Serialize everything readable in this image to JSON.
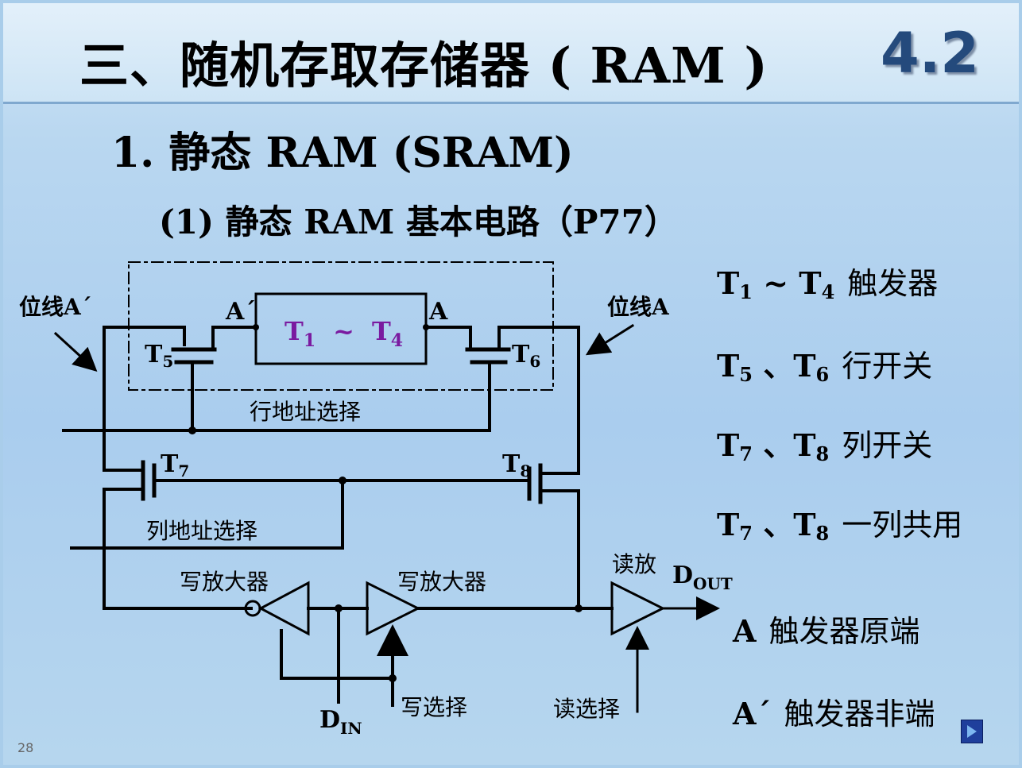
{
  "title": "三、随机存取存储器 ( RAM )",
  "section_number": "4.2",
  "subtitle": "1. 静态 RAM (SRAM)",
  "subheading": "(1) 静态 RAM 基本电路（P77）",
  "slide_number": "28",
  "circuit": {
    "bitline_a_prime": "位线A´",
    "bitline_a": "位线A",
    "node_a_prime": "A´",
    "node_a": "A",
    "flipflop": {
      "t": "T",
      "s1": "1",
      "tilde": "~",
      "s2": "4"
    },
    "t5": {
      "t": "T",
      "s": "5"
    },
    "t6": {
      "t": "T",
      "s": "6"
    },
    "t7": {
      "t": "T",
      "s": "7"
    },
    "t8": {
      "t": "T",
      "s": "8"
    },
    "row_select": "行地址选择",
    "col_select": "列地址选择",
    "write_amp_1": "写放大器",
    "write_amp_2": "写放大器",
    "read_amp": "读放",
    "dout": {
      "d": "D",
      "s": "OUT"
    },
    "din": {
      "d": "D",
      "s": "IN"
    },
    "write_select": "写选择",
    "read_select": "读选择"
  },
  "legend": [
    {
      "t1": "T",
      "s1": "1",
      "sep": " ~ ",
      "t2": "T",
      "s2": "4",
      "desc": "触发器"
    },
    {
      "t1": "T",
      "s1": "5",
      "sep": " 、",
      "t2": "T",
      "s2": "6",
      "desc": "行开关"
    },
    {
      "t1": "T",
      "s1": "7",
      "sep": " 、",
      "t2": "T",
      "s2": "8",
      "desc": "列开关"
    },
    {
      "t1": "T",
      "s1": "7",
      "sep": " 、",
      "t2": "T",
      "s2": "8",
      "desc": "一列共用"
    }
  ],
  "notes": [
    {
      "sym": "A",
      "desc": "触发器原端"
    },
    {
      "sym": "A´",
      "desc": "触发器非端"
    }
  ],
  "colors": {
    "flipflop_label": "#7a1aa0",
    "section_number": "#244a7c",
    "wire": "#000000"
  }
}
